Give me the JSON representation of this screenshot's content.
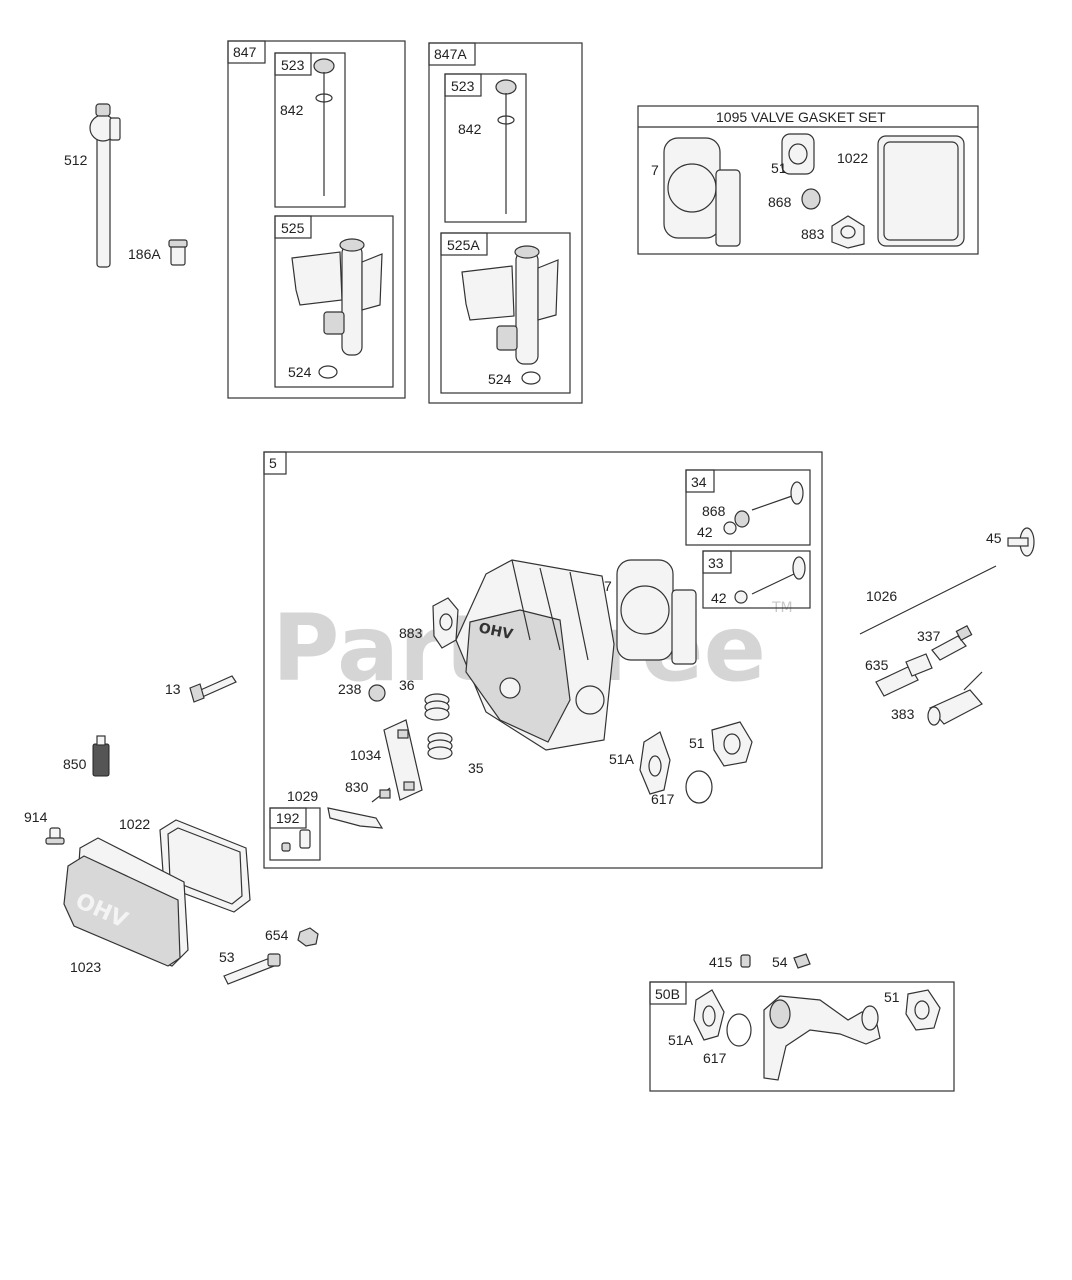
{
  "watermark": {
    "text": "PartsTree",
    "tm": "TM"
  },
  "boxes": {
    "b847": "847",
    "b523a": "523",
    "b525": "525",
    "b847A": "847A",
    "b523b": "523",
    "b525A": "525A",
    "valve_set": "1095 VALVE GASKET SET",
    "b5": "5",
    "b34": "34",
    "b33": "33",
    "b192": "192",
    "b50B": "50B"
  },
  "labels": {
    "l512": "512",
    "l186A": "186A",
    "l842a": "842",
    "l524a": "524",
    "l842b": "842",
    "l524b": "524",
    "l7a": "7",
    "l51a": "51",
    "l1022a": "1022",
    "l868a": "868",
    "l883a": "883",
    "l868b": "868",
    "l42a": "42",
    "l42b": "42",
    "l7b": "7",
    "l883b": "883",
    "l238": "238",
    "l36": "36",
    "l1034": "1034",
    "l35": "35",
    "l830": "830",
    "l1029": "1029",
    "l51Ab": "51A",
    "l51b": "51",
    "l617a": "617",
    "l45": "45",
    "l1026": "1026",
    "l337": "337",
    "l635": "635",
    "l383": "383",
    "l13": "13",
    "l850": "850",
    "l914": "914",
    "l1022b": "1022",
    "l1023": "1023",
    "l654": "654",
    "l53": "53",
    "l415": "415",
    "l54": "54",
    "l51c": "51",
    "l51Ac": "51A",
    "l617b": "617"
  },
  "cover_text": "OHV"
}
